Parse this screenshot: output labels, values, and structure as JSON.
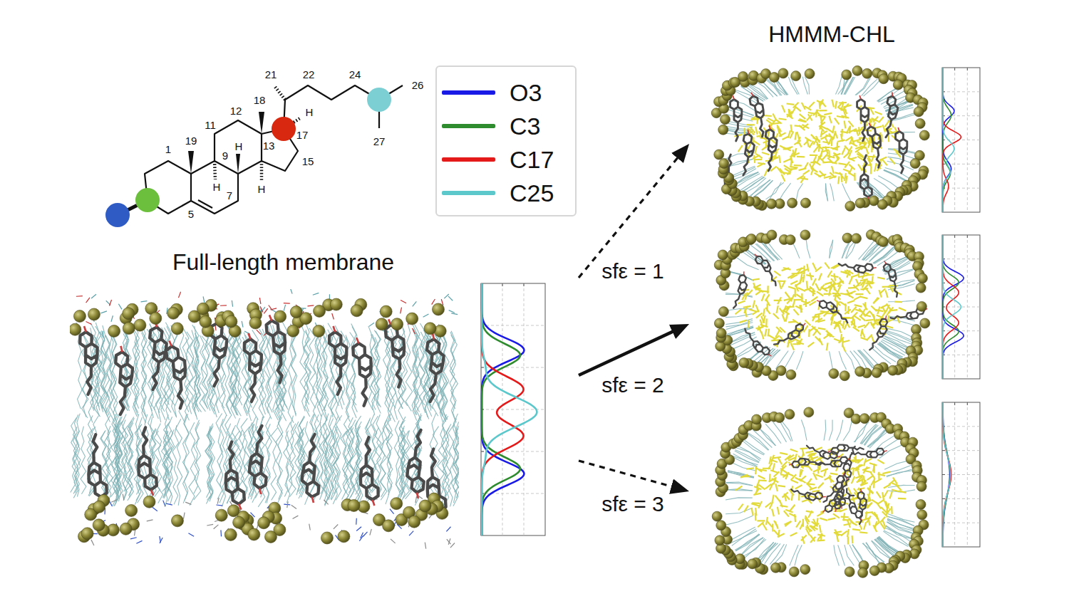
{
  "diagram": {
    "nodes": [
      {
        "text": [
          "Full-length membrane"
        ]
      },
      {
        "text": [
          "HMMM-CHL"
        ]
      },
      {
        "text": [],
        "in": 1
      },
      {
        "text": [],
        "in": 1
      },
      {
        "text": [],
        "in": 1
      }
    ],
    "edges": [
      {
        "from": 0,
        "to": 2,
        "arrow": "to",
        "label": "sfε = 1"
      },
      {
        "from": 0,
        "to": 3,
        "arrow": "to",
        "label": "sfε = 2"
      },
      {
        "from": 0,
        "to": 4,
        "arrow": "to",
        "label": "sfε = 3"
      }
    ],
    "labels": [
      "21",
      "22",
      "24",
      "26",
      "18",
      "H",
      "11",
      "12",
      "17",
      "19",
      "13",
      "1",
      "9",
      "H",
      "15",
      "27",
      "H",
      "7",
      "H",
      "5"
    ],
    "legend": [
      {
        "text": "O3",
        "color": "#1a1ae6"
      },
      {
        "text": "C3",
        "color": "#2e8b2e"
      },
      {
        "text": "C17",
        "color": "#e41a1a"
      },
      {
        "text": "C25",
        "color": "#5cc8cc"
      }
    ]
  }
}
